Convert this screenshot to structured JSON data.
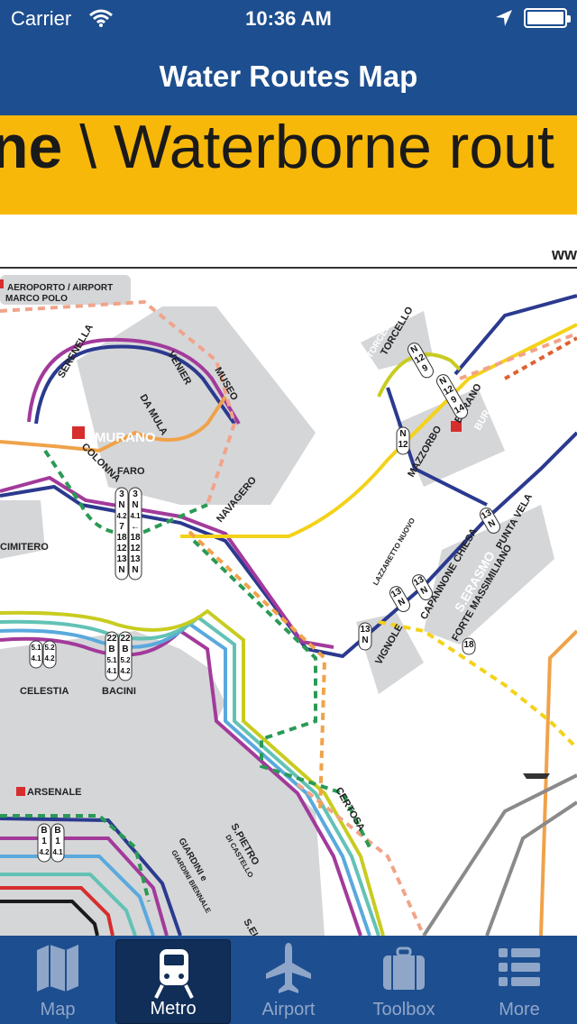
{
  "status_bar": {
    "carrier": "Carrier",
    "time": "10:36 AM"
  },
  "nav": {
    "title": "Water Routes Map"
  },
  "map": {
    "banner_bold": "ne",
    "banner_text": " \\ Waterborne rout",
    "website": "ww",
    "places": {
      "airport": "AEROPORTO / AIRPORT",
      "airport_name": "MARCO POLO",
      "murano": "MURANO",
      "serenella": "SERENELLA",
      "venier": "VENIER",
      "museo": "MUSEO",
      "da_mula": "DA MULA",
      "colonna": "COLONNA",
      "faro": "FARO",
      "navagero": "NAVAGERO",
      "cimitero": "CIMITERO",
      "torcello_en": "TORCELLO",
      "torcello": "TORCELLO",
      "burano": "BURANO",
      "burano_en": "BURANO",
      "mazzorbo": "MAZZORBO",
      "lazzaretto": "LAZZARETTO NUOVO",
      "capannone": "CAPANNONE CHIESA",
      "punta_vela": "PUNTA VELA",
      "s_erasmo": "S.ERASMO",
      "forte": "FORTE MASSIMILIANO",
      "vignole": "VIGNOLE",
      "celestia": "CELESTIA",
      "bacini": "BACINI",
      "arsenale": "ARSENALE",
      "giardini": "GIARDINI e",
      "giardini2": "GIARDINI BIENNALE",
      "s_pietro": "S.PIETRO",
      "di_castello": "DI CASTELLO",
      "certosa": "CERTOSA",
      "s_elena": "S.ELE"
    },
    "stop_codes": {
      "faro_left": [
        "3",
        "N",
        "4.2",
        "7",
        "18",
        "12",
        "13",
        "N"
      ],
      "faro_right": [
        "3",
        "N",
        "4.1",
        "←",
        "18",
        "12",
        "13",
        "N"
      ],
      "celestia_left": [
        "5.1",
        "4.1"
      ],
      "celestia_right": [
        "5.2",
        "4.2"
      ],
      "bacini_left": [
        "22",
        "B",
        "5.1",
        "4.1"
      ],
      "bacini_right": [
        "22",
        "B",
        "5.2",
        "4.2"
      ],
      "arsenale_left": [
        "B",
        "1",
        "4.2"
      ],
      "arsenale_right": [
        "B",
        "1",
        "4.1"
      ],
      "vignole": [
        "13",
        "N"
      ],
      "lazzaretto": [
        "13",
        "N"
      ],
      "capannone": [
        "13",
        "N"
      ],
      "punta_vela": [
        "13",
        "N"
      ],
      "forte": [
        "18"
      ],
      "mazzorbo": [
        "N",
        "12"
      ],
      "torcello": [
        "N",
        "12",
        "9"
      ],
      "burano": [
        "N",
        "12",
        "9",
        "14"
      ]
    },
    "line_colors": {
      "navy": "#2b3a8f",
      "purple": "#a23a9b",
      "sky": "#5aa9dd",
      "teal": "#62c2b5",
      "lime": "#c8cc1f",
      "orange": "#f0a24a",
      "salmon": "#f1a48a",
      "green": "#2a9a55",
      "yellow": "#f3d21a",
      "grey": "#8a8a8a",
      "red": "#d62d2d",
      "water": "#ffffff",
      "land": "#d5d6d8"
    }
  },
  "tabs": [
    {
      "label": "Map",
      "icon": "map-icon",
      "active": false
    },
    {
      "label": "Metro",
      "icon": "train-icon",
      "active": true
    },
    {
      "label": "Airport",
      "icon": "airplane-icon",
      "active": false
    },
    {
      "label": "Toolbox",
      "icon": "toolbox-icon",
      "active": false
    },
    {
      "label": "More",
      "icon": "list-icon",
      "active": false
    }
  ]
}
